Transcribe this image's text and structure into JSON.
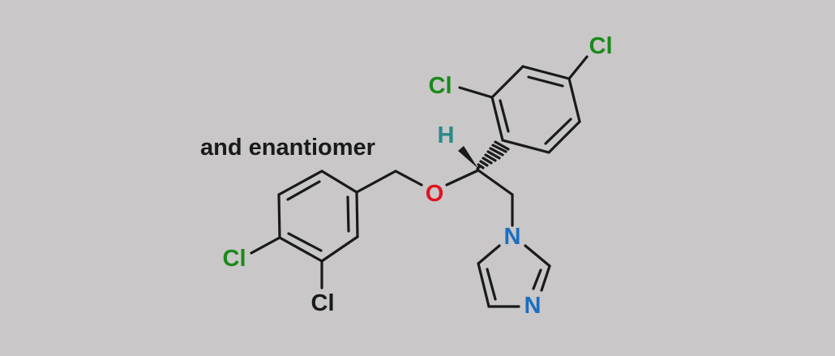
{
  "caption": "and enantiomer",
  "atoms": {
    "cl_top_right": "Cl",
    "cl_ortho": "Cl",
    "h_stereo": "H",
    "oxygen": "O",
    "n_imidazole_1": "N",
    "n_imidazole_3": "N",
    "cl_left": "Cl",
    "cl_bottom": "Cl"
  },
  "colors": {
    "background": "#c9c7c8",
    "bond": "#1a1a1a",
    "chlorine": "#1a8a1a",
    "hydrogen": "#2a8a8a",
    "oxygen": "#e0141e",
    "nitrogen": "#1a6fc2",
    "caption": "#1a1a1a"
  }
}
